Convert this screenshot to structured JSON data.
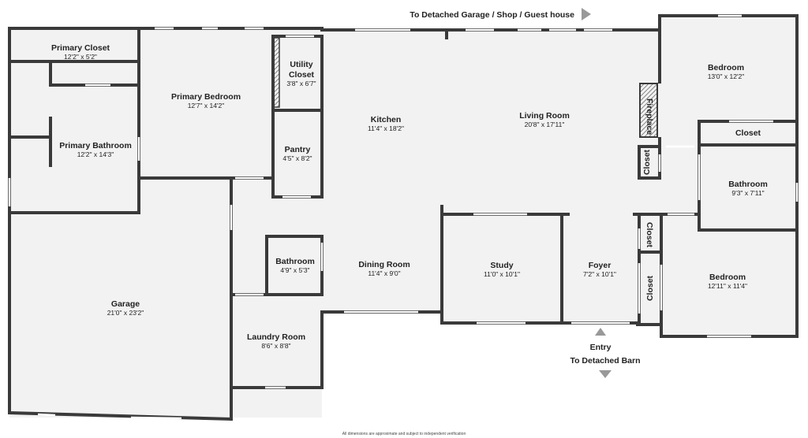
{
  "rooms": {
    "primary_closet": {
      "name": "Primary Closet",
      "dim": "12'2\" x 5'2\""
    },
    "primary_bedroom": {
      "name": "Primary Bedroom",
      "dim": "12'7\" x 14'2\""
    },
    "utility_closet": {
      "name": "Utility Closet",
      "name_line1": "Utility",
      "name_line2": "Closet",
      "dim": "3'8\" x 6'7\""
    },
    "kitchen": {
      "name": "Kitchen",
      "dim": "11'4\" x 18'2\""
    },
    "living_room": {
      "name": "Living Room",
      "dim": "20'8\" x 17'11\""
    },
    "bedroom_top": {
      "name": "Bedroom",
      "dim": "13'0\" x 12'2\""
    },
    "primary_bathroom": {
      "name": "Primary Bathroom",
      "dim": "12'2\" x 14'3\""
    },
    "pantry": {
      "name": "Pantry",
      "dim": "4'5\" x 8'2\""
    },
    "fireplace": {
      "name": "Fireplace"
    },
    "closet_top": {
      "name": "Closet"
    },
    "closet_left": {
      "name": "Closet"
    },
    "bathroom_right": {
      "name": "Bathroom",
      "dim": "9'3\" x 7'11\""
    },
    "garage": {
      "name": "Garage",
      "dim": "21'0\" x 23'2\""
    },
    "bathroom_small": {
      "name": "Bathroom",
      "dim": "4'9\" x 5'3\""
    },
    "dining_room": {
      "name": "Dining Room",
      "dim": "11'4\" x 9'0\""
    },
    "study": {
      "name": "Study",
      "dim": "11'0\" x 10'1\""
    },
    "foyer": {
      "name": "Foyer",
      "dim": "7'2\" x 10'1\""
    },
    "closet_mid": {
      "name": "Closet"
    },
    "closet_low": {
      "name": "Closet"
    },
    "bedroom_bottom": {
      "name": "Bedroom",
      "dim": "12'11\" x 11'4\""
    },
    "laundry_room": {
      "name": "Laundry Room",
      "dim": "8'6\" x 8'8\""
    }
  },
  "notes": {
    "top_arrow": "To Detached Garage / Shop / Guest house",
    "entry": "Entry",
    "barn": "To Detached Barn",
    "footnote": "All dimensions are approximate and subject to independent verification"
  },
  "colors": {
    "wall": "#3a3a3a",
    "floor": "#f2f2f2",
    "arrow": "#999999"
  }
}
